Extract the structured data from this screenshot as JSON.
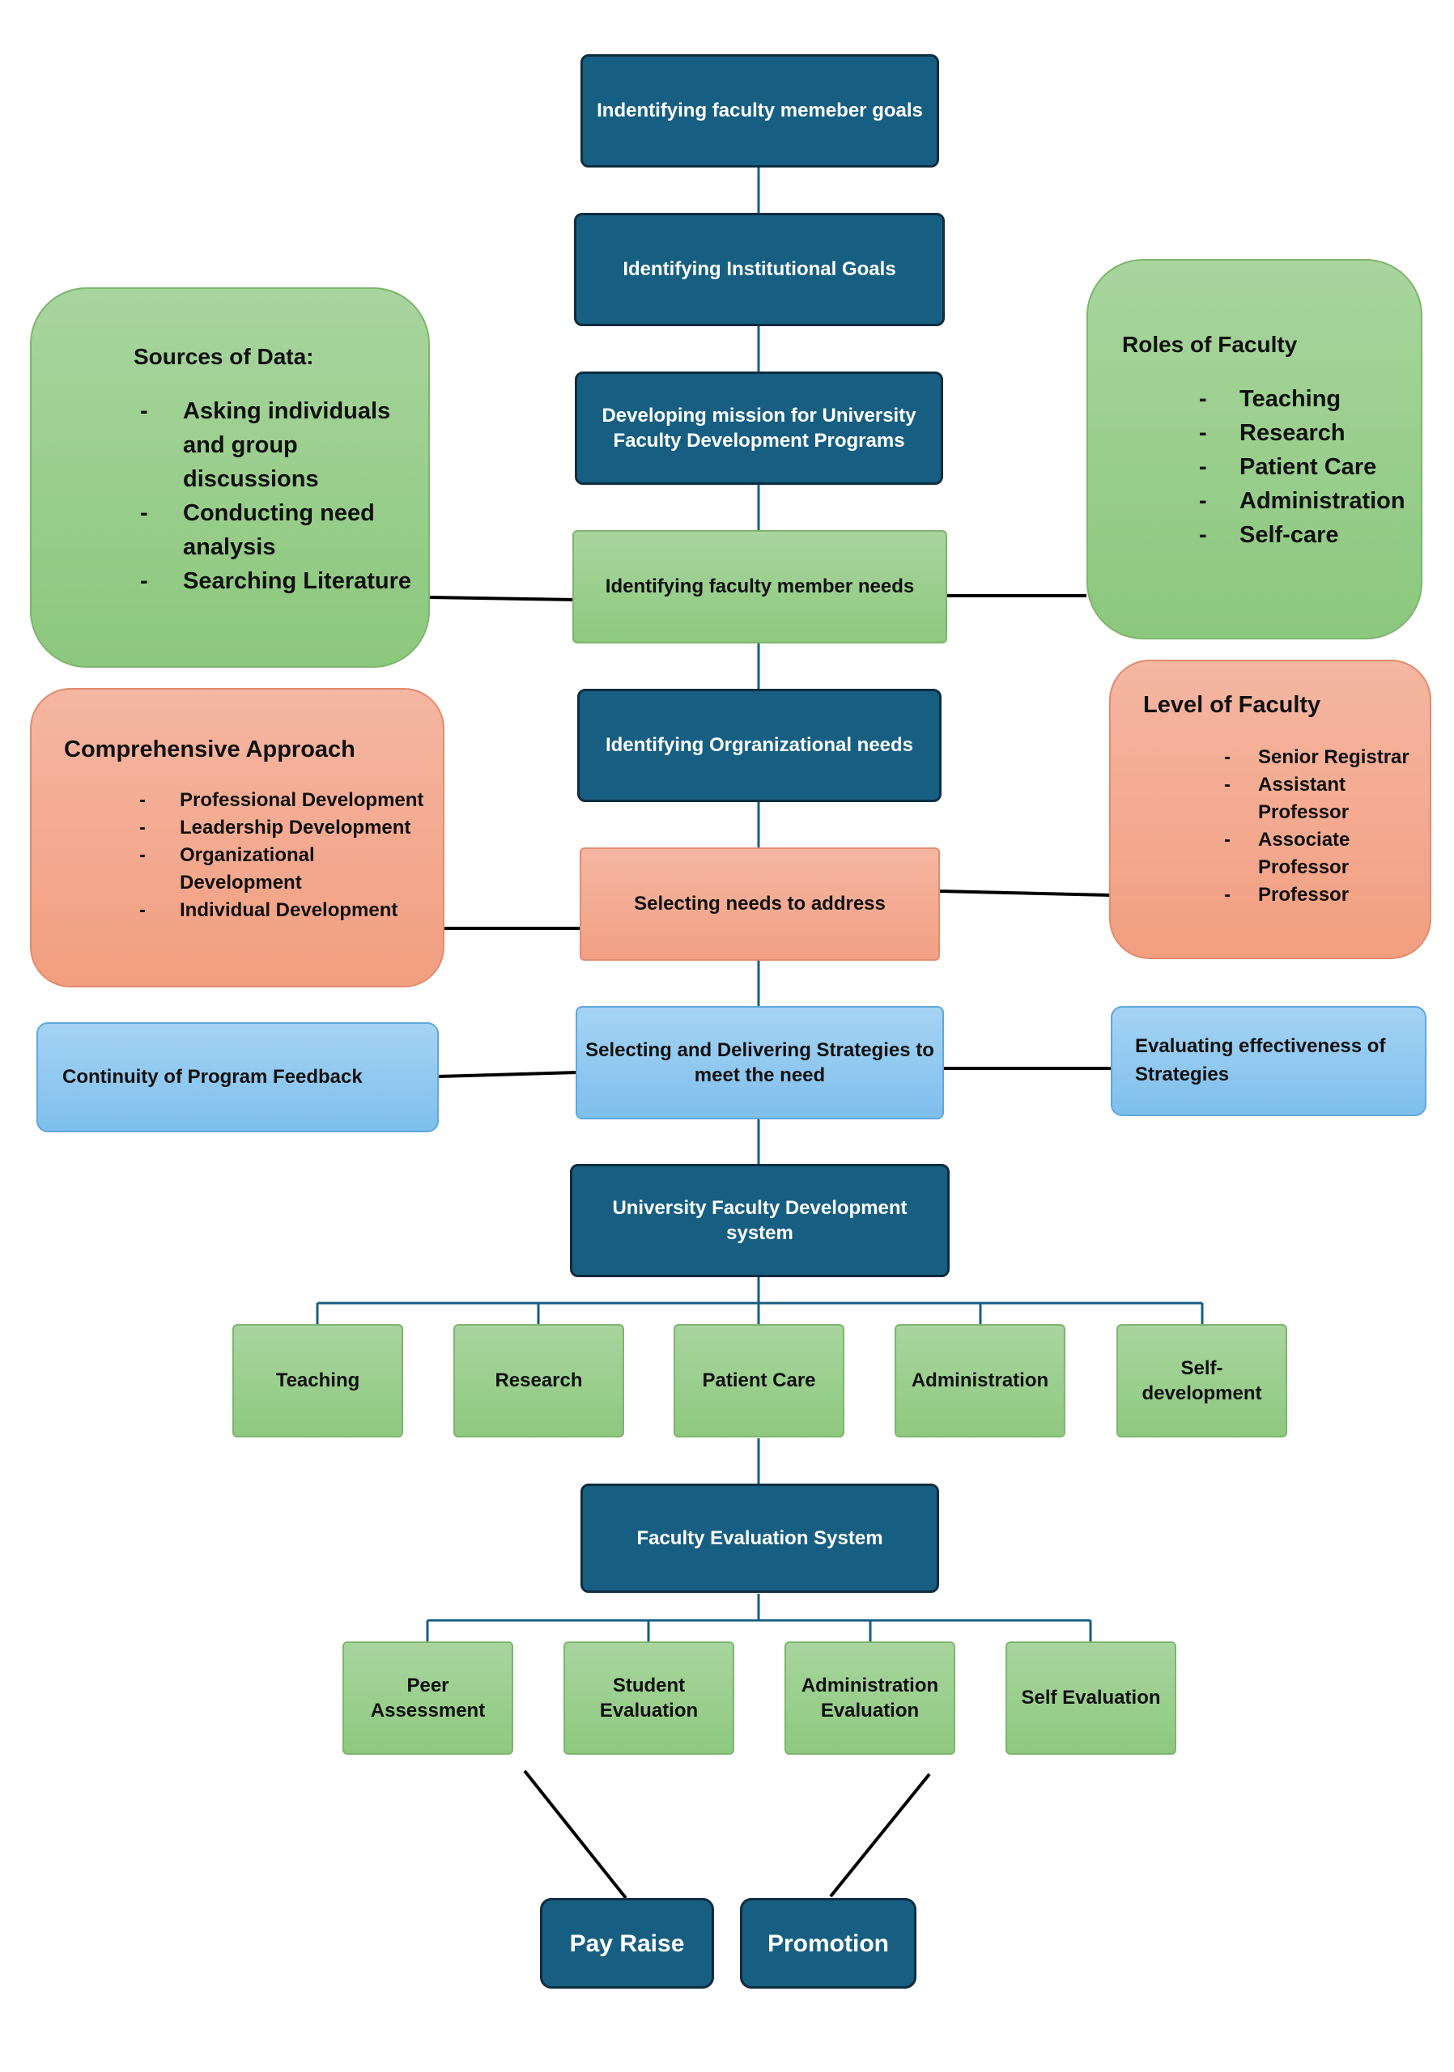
{
  "flow": {
    "goals_member": "Indentifying faculty memeber goals",
    "goals_institution": "Identifying Institutional Goals",
    "mission": "Developing mission for University Faculty Development Programs",
    "member_needs": "Identifying faculty member needs",
    "org_needs": "Identifying Orgranizational needs",
    "select_needs": "Selecting needs to address",
    "strategies": "Selecting and Delivering Strategies to meet the need",
    "ufd_system": "University Faculty Development system",
    "evaluation_system": "Faculty Evaluation System"
  },
  "development_areas": [
    "Teaching",
    "Research",
    "Patient Care",
    "Administration",
    "Self-development"
  ],
  "evaluation_types": [
    "Peer Assessment",
    "Student Evaluation",
    "Administration Evaluation",
    "Self Evaluation"
  ],
  "outcomes": [
    "Pay Raise",
    "Promotion"
  ],
  "sources_of_data": {
    "title": "Sources of Data:",
    "items": [
      "Asking individuals and group discussions",
      "Conducting need analysis",
      "Searching Literature"
    ]
  },
  "roles_of_faculty": {
    "title": "Roles of Faculty",
    "items": [
      "Teaching",
      "Research",
      "Patient Care",
      "Administration",
      "Self-care"
    ]
  },
  "comprehensive_approach": {
    "title": "Comprehensive Approach",
    "items": [
      "Professional Development",
      "Leadership Development",
      "Organizational Development",
      "Individual Development"
    ]
  },
  "level_of_faculty": {
    "title": "Level of Faculty",
    "items": [
      "Senior Registrar",
      "Assistant Professor",
      "Associate Professor",
      "Professor"
    ]
  },
  "continuity": "Continuity of Program Feedback",
  "evaluating": "Evaluating effectiveness of Strategies",
  "colors": {
    "dark_blue": "#175f82",
    "green": "#8ec97f",
    "salmon": "#f2a083",
    "light_blue": "#7ebfec",
    "connector": "#175f82"
  }
}
